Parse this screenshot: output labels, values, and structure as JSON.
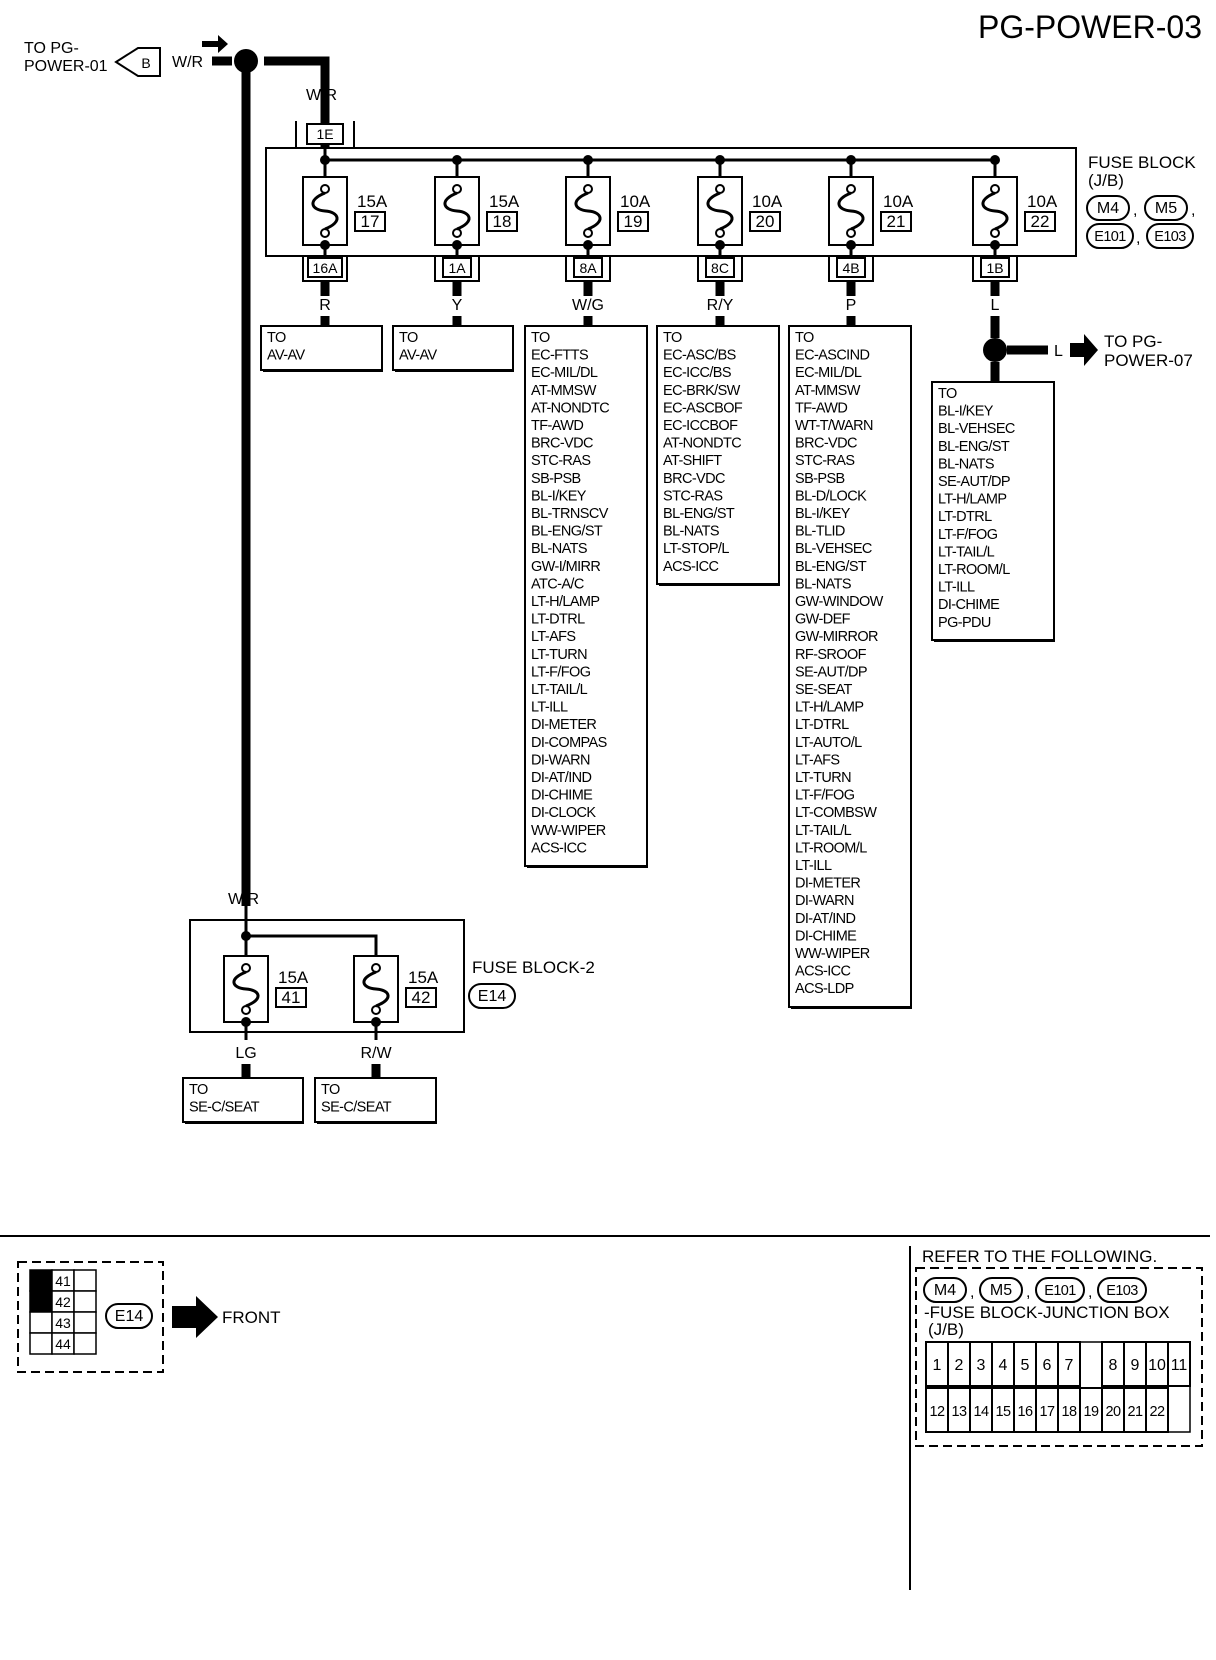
{
  "page_code": "PG-POWER-03",
  "input": {
    "to_label_1": "TO PG-",
    "to_label_2": "POWER-01",
    "connector_tag": "B",
    "wire_color": "W/R",
    "top_connector": "1E"
  },
  "fuse_block": {
    "title": "FUSE BLOCK",
    "subtitle": "(J/B)",
    "connectors": [
      "M4",
      "M5",
      "E101",
      "E103"
    ],
    "fuses": [
      {
        "amp": "15A",
        "num": "17",
        "out_conn": "16A",
        "wire": "R",
        "dest": [
          "TO",
          "AV-AV"
        ]
      },
      {
        "amp": "15A",
        "num": "18",
        "out_conn": "1A",
        "wire": "Y",
        "dest": [
          "TO",
          "AV-AV"
        ]
      },
      {
        "amp": "10A",
        "num": "19",
        "out_conn": "8A",
        "wire": "W/G",
        "dest": [
          "TO",
          "EC-FTTS",
          "EC-MIL/DL",
          "AT-MMSW",
          "AT-NONDTC",
          "TF-AWD",
          "BRC-VDC",
          "STC-RAS",
          "SB-PSB",
          "BL-I/KEY",
          "BL-TRNSCV",
          "BL-ENG/ST",
          "BL-NATS",
          "GW-I/MIRR",
          "ATC-A/C",
          "LT-H/LAMP",
          "LT-DTRL",
          "LT-AFS",
          "LT-TURN",
          "LT-F/FOG",
          "LT-TAIL/L",
          "LT-ILL",
          "DI-METER",
          "DI-COMPAS",
          "DI-WARN",
          "DI-AT/IND",
          "DI-CHIME",
          "DI-CLOCK",
          "WW-WIPER",
          "ACS-ICC"
        ]
      },
      {
        "amp": "10A",
        "num": "20",
        "out_conn": "8C",
        "wire": "R/Y",
        "dest": [
          "TO",
          "EC-ASC/BS",
          "EC-ICC/BS",
          "EC-BRK/SW",
          "EC-ASCBOF",
          "EC-ICCBOF",
          "AT-NONDTC",
          "AT-SHIFT",
          "BRC-VDC",
          "STC-RAS",
          "BL-ENG/ST",
          "BL-NATS",
          "LT-STOP/L",
          "ACS-ICC"
        ]
      },
      {
        "amp": "10A",
        "num": "21",
        "out_conn": "4B",
        "wire": "P",
        "dest": [
          "TO",
          "EC-ASCIND",
          "EC-MIL/DL",
          "AT-MMSW",
          "TF-AWD",
          "WT-T/WARN",
          "BRC-VDC",
          "STC-RAS",
          "SB-PSB",
          "BL-D/LOCK",
          "BL-I/KEY",
          "BL-TLID",
          "BL-VEHSEC",
          "BL-ENG/ST",
          "BL-NATS",
          "GW-WINDOW",
          "GW-DEF",
          "GW-MIRROR",
          "RF-SROOF",
          "SE-AUT/DP",
          "SE-SEAT",
          "LT-H/LAMP",
          "LT-DTRL",
          "LT-AUTO/L",
          "LT-AFS",
          "LT-TURN",
          "LT-F/FOG",
          "LT-COMBSW",
          "LT-TAIL/L",
          "LT-ROOM/L",
          "LT-ILL",
          "DI-METER",
          "DI-WARN",
          "DI-AT/IND",
          "DI-CHIME",
          "WW-WIPER",
          "ACS-ICC",
          "ACS-LDP"
        ]
      },
      {
        "amp": "10A",
        "num": "22",
        "out_conn": "1B",
        "wire": "L",
        "dest": [
          "TO",
          "BL-I/KEY",
          "BL-VEHSEC",
          "BL-ENG/ST",
          "BL-NATS",
          "SE-AUT/DP",
          "LT-H/LAMP",
          "LT-DTRL",
          "LT-F/FOG",
          "LT-TAIL/L",
          "LT-ROOM/L",
          "LT-ILL",
          "DI-CHIME",
          "PG-PDU"
        ]
      }
    ],
    "branch": {
      "wire": "L",
      "to_1": "TO PG-",
      "to_2": "POWER-07"
    }
  },
  "fuse_block_2": {
    "title": "FUSE BLOCK-2",
    "connector": "E14",
    "wire_in": "W/R",
    "fuses": [
      {
        "amp": "15A",
        "num": "41",
        "wire": "LG",
        "dest": [
          "TO",
          "SE-C/SEAT"
        ]
      },
      {
        "amp": "15A",
        "num": "42",
        "wire": "R/W",
        "dest": [
          "TO",
          "SE-C/SEAT"
        ]
      }
    ]
  },
  "e14_view": {
    "connector": "E14",
    "rows": [
      "41",
      "42",
      "43",
      "44"
    ],
    "filled": [
      "41",
      "42"
    ],
    "front_label": "FRONT"
  },
  "refer": {
    "title": "REFER TO THE FOLLOWING.",
    "connectors": [
      "M4",
      "M5",
      "E101",
      "E103"
    ],
    "desc_1": "-FUSE BLOCK-JUNCTION BOX",
    "desc_2": "(J/B)",
    "row1": [
      "1",
      "2",
      "3",
      "4",
      "5",
      "6",
      "7",
      "",
      "8",
      "9",
      "10",
      "11"
    ],
    "row2": [
      "12",
      "13",
      "14",
      "15",
      "16",
      "17",
      "18",
      "19",
      "20",
      "21",
      "22"
    ]
  }
}
